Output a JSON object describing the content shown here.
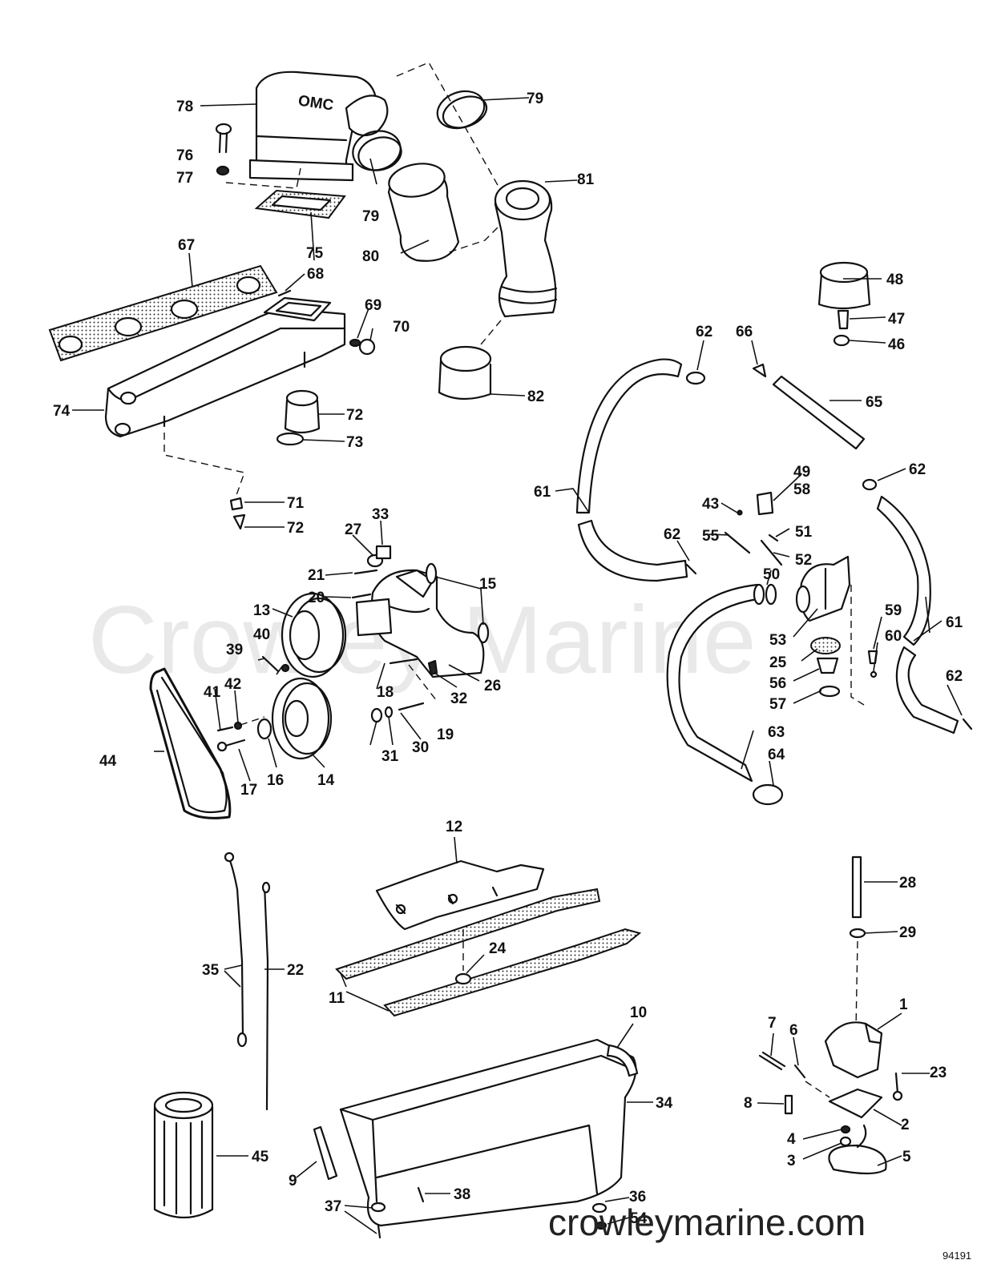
{
  "watermark": "Crowley Marine",
  "site_url": "crowleymarine.com",
  "figure_code": "94191",
  "logo_text": "OMC",
  "callouts": [
    "1",
    "2",
    "3",
    "4",
    "5",
    "6",
    "7",
    "8",
    "9",
    "10",
    "11",
    "12",
    "13",
    "14",
    "15",
    "16",
    "17",
    "18",
    "19",
    "20",
    "21",
    "22",
    "23",
    "24",
    "25",
    "26",
    "27",
    "28",
    "29",
    "30",
    "31",
    "32",
    "33",
    "34",
    "35",
    "36",
    "37",
    "38",
    "39",
    "40",
    "41",
    "42",
    "43",
    "44",
    "45",
    "46",
    "47",
    "48",
    "49",
    "50",
    "51",
    "52",
    "53",
    "54",
    "55",
    "56",
    "57",
    "58",
    "59",
    "60",
    "61",
    "62",
    "63",
    "64",
    "65",
    "66",
    "67",
    "68",
    "69",
    "70",
    "71",
    "72",
    "73",
    "74",
    "75",
    "76",
    "77",
    "78",
    "79",
    "80",
    "81",
    "82"
  ]
}
